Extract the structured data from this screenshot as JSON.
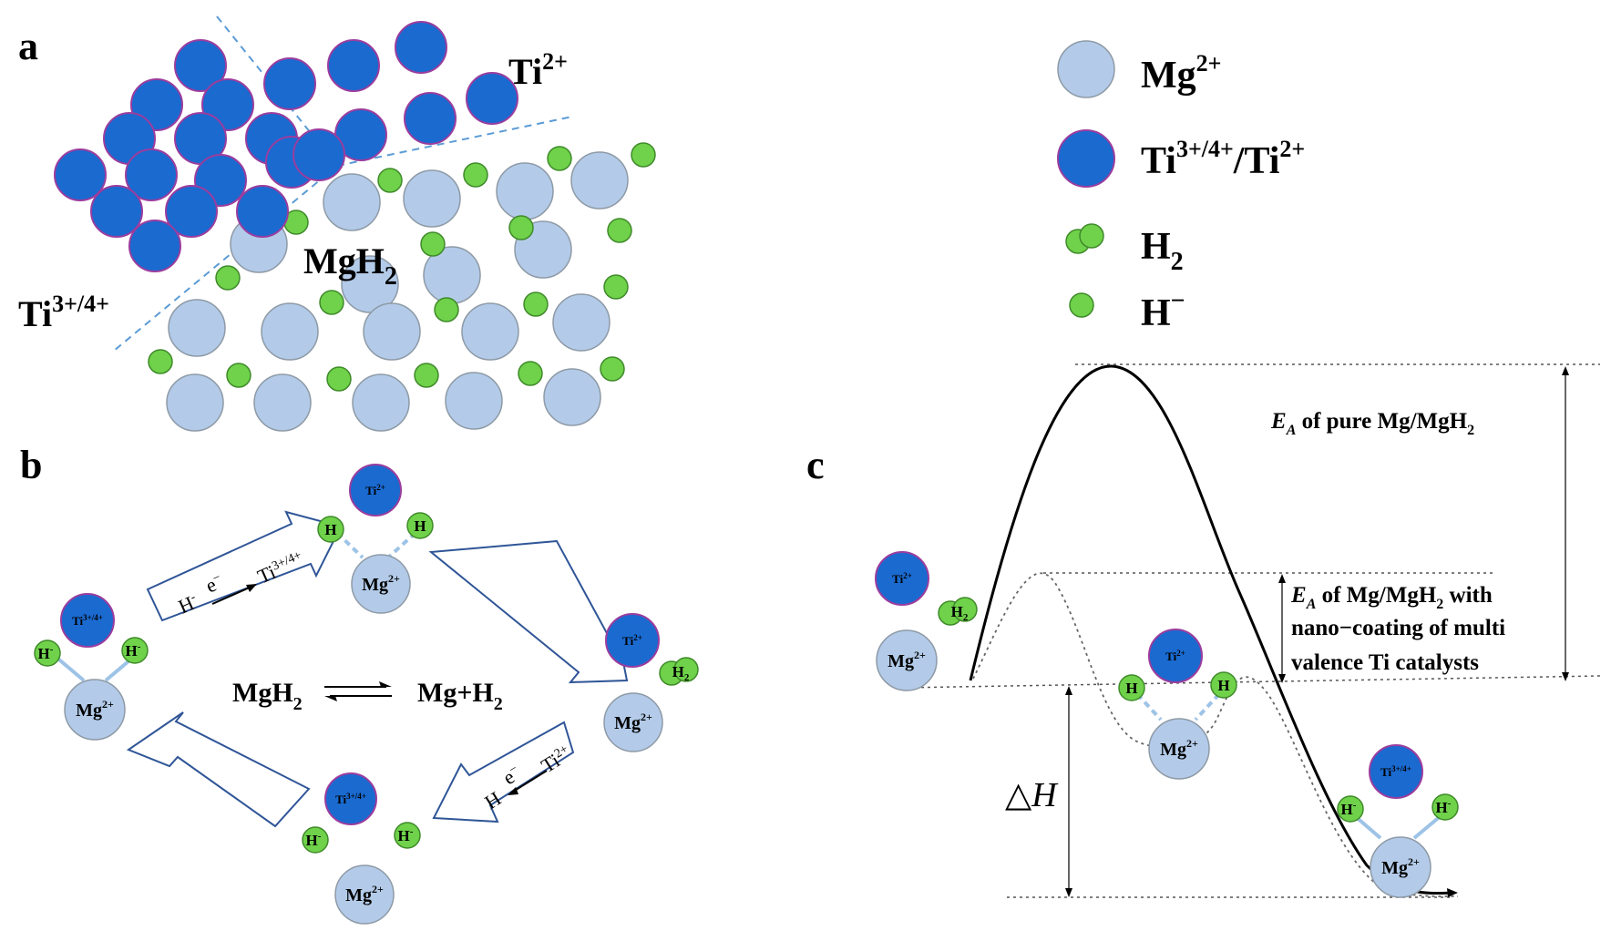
{
  "panels": {
    "a": "a",
    "b": "b",
    "c": "c"
  },
  "panel_a": {
    "ti2_label": "Ti",
    "ti2_sup": "2+",
    "ti34_label": "Ti",
    "ti34_sup": "3+/4+",
    "mgh2_label": "MgH",
    "mgh2_sub": "2"
  },
  "legend": {
    "items": [
      {
        "label": "Mg",
        "sup": "2+",
        "sub": "",
        "tail": "",
        "icon": "mg-ion-icon"
      },
      {
        "label": "Ti",
        "sup": "3+/4+",
        "sub": "",
        "tail": "/Ti",
        "tail_sup": "2+",
        "icon": "ti-ion-icon"
      },
      {
        "label": "H",
        "sup": "",
        "sub": "2",
        "tail": "",
        "icon": "h2-molecule-icon"
      },
      {
        "label": "H",
        "sup": "−",
        "sub": "",
        "tail": "",
        "icon": "hydride-icon"
      }
    ]
  },
  "panel_b": {
    "eq_left": "MgH",
    "eq_left_sub": "2",
    "eq_right": "Mg+H",
    "eq_right_sub": "2",
    "arrow1_text_a": "H",
    "arrow1_text_a_sup": "-",
    "arrow1_text_b": "e",
    "arrow1_text_b_sup": "−",
    "arrow1_text_c": "Ti",
    "arrow1_text_c_sup": "3+/4+",
    "arrow3_text_a": "H",
    "arrow3_text_b": "e",
    "arrow3_text_b_sup": "−",
    "arrow3_text_c": "Ti",
    "arrow3_text_c_sup": "2+"
  },
  "ion_labels": {
    "mg": "Mg",
    "mg_sup": "2+",
    "ti2": "Ti",
    "ti2_sup": "2+",
    "ti34": "Ti",
    "ti34_sup": "3+/4+",
    "h": "H",
    "h_minus_sup": "-",
    "h2_sub": "2"
  },
  "panel_c": {
    "ea_pure_E": "E",
    "ea_pure_sub": "A",
    "ea_pure_text": " of pure Mg/MgH",
    "ea_pure_sub2": "2",
    "ea_cat_line1_E": "E",
    "ea_cat_line1_sub": "A",
    "ea_cat_line1_text": " of Mg/MgH",
    "ea_cat_line1_sub2": "2",
    "ea_cat_line1_tail": " with",
    "ea_cat_line2": "nano−coating of multi",
    "ea_cat_line3": "valence Ti catalysts",
    "delta_h": "△H"
  },
  "colors": {
    "mg_fill": "#b3cbe9",
    "mg_stroke": "#8e9aa6",
    "ti_fill": "#1a6ad0",
    "ti_stroke": "#9b3d9e",
    "h_fill": "#6fd24a",
    "h_stroke": "#3f8a2a",
    "arrow_stroke": "#2f5597",
    "dash_line": "#5b9bd5",
    "bond": "#9dc3e6"
  }
}
